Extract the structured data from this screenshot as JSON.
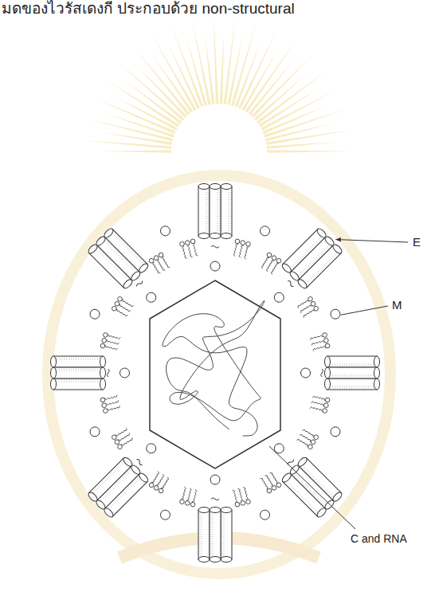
{
  "diagram": {
    "labels": [
      "มดของไวรัสเดงกี ประกอบด้วย non-structural",
      "E",
      "M",
      "C and RNA"
    ]
  }
}
